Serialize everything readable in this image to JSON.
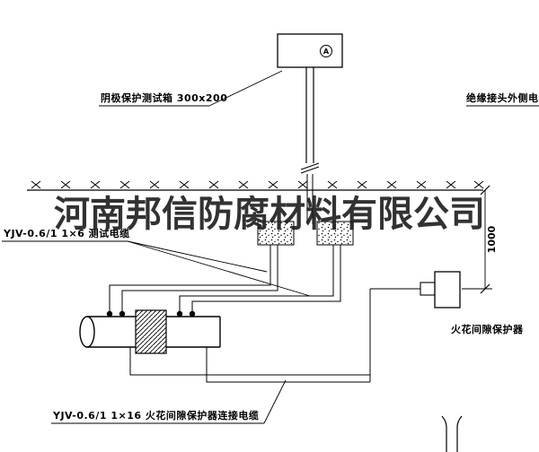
{
  "watermark": "河南邦信防腐材料有限公司",
  "labels": {
    "test_box": "阴极保护测试箱 300x200",
    "outer_cable": "绝缘接头外侧电缆",
    "test_cable": "YJV-0.6/1 1×6  测试电缆",
    "protector": "火花间隙保护器",
    "protector_cable": "YJV-0.6/1 1×16  火花间隙保护器连接电缆",
    "dimension_1000": "1000",
    "meter": "A"
  },
  "colors": {
    "ink": "#000000",
    "background": "#ffffff",
    "watermark": "#1c1c1c"
  }
}
